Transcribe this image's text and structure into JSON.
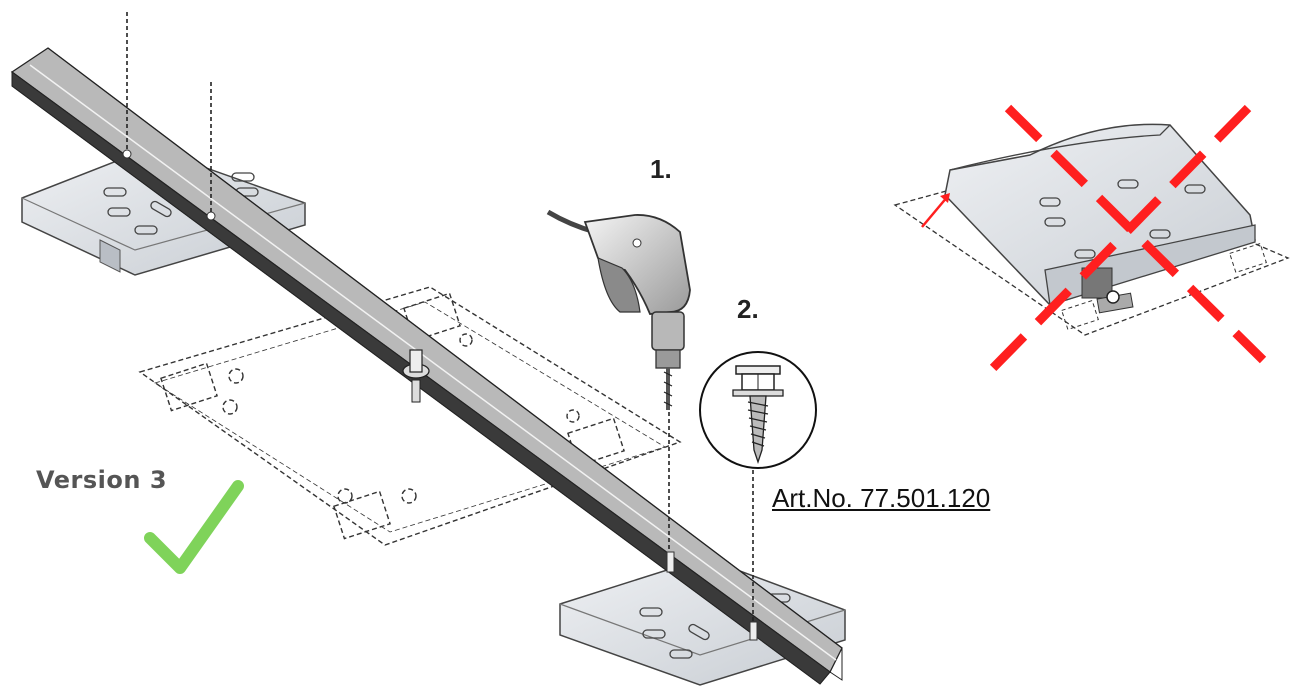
{
  "labels": {
    "step1": "1.",
    "step2": "2.",
    "version": "Version 3",
    "art_no": "Art.No. 77.501.120"
  },
  "colors": {
    "rail_light": "#b9b9b9",
    "rail_dark": "#3a3a3a",
    "plate_fill": "#dfe2e6",
    "plate_shade": "#c9ced4",
    "check": "#7fd35a",
    "cross": "#ff1f1f",
    "outline": "#222222"
  },
  "icons": {
    "drill": "drill-icon",
    "screw": "screw-icon",
    "check": "checkmark-icon",
    "cross": "cross-icon"
  }
}
